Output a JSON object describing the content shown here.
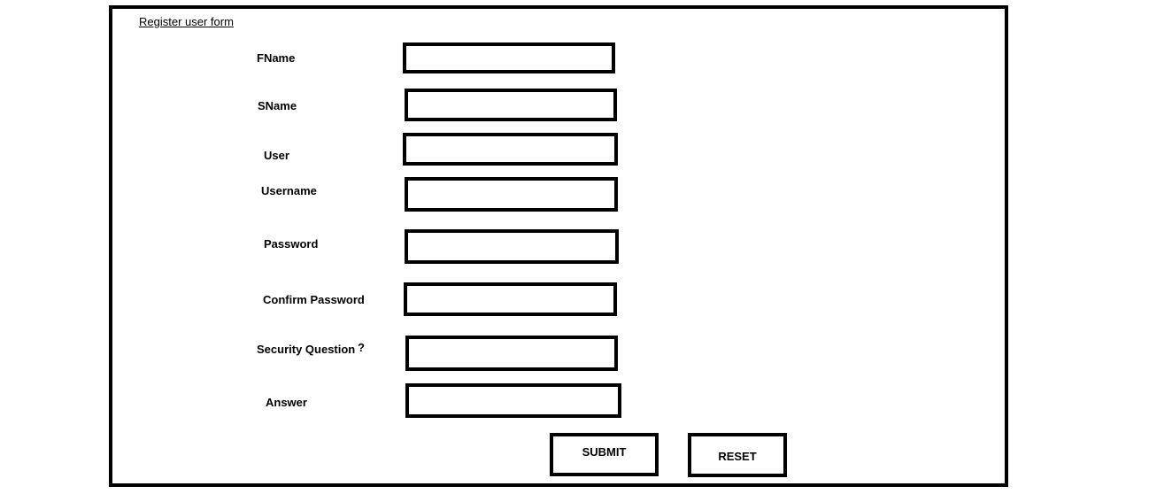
{
  "form": {
    "title": "Register user form",
    "fields": [
      {
        "label": "FName",
        "value": ""
      },
      {
        "label": "SName",
        "value": ""
      },
      {
        "label": "User",
        "value": ""
      },
      {
        "label": "Username",
        "value": ""
      },
      {
        "label": "Password",
        "value": ""
      },
      {
        "label": "Confirm Password",
        "value": ""
      },
      {
        "label": "Security Question",
        "value": ""
      },
      {
        "label": "Answer",
        "value": ""
      }
    ],
    "security_question_mark": "?",
    "submit_label": "SUBMIT",
    "reset_label": "RESET"
  }
}
